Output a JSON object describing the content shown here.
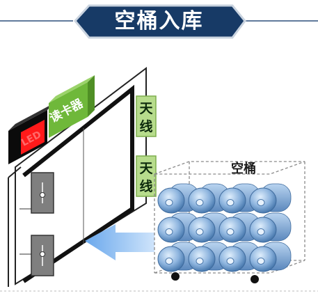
{
  "banner": {
    "title": "空桶入库"
  },
  "labels": {
    "led": "LED",
    "reader": "读卡器",
    "antenna_top": "天线",
    "antenna_bottom": "天线",
    "barrels": "空桶"
  },
  "colors": {
    "banner_fill": "#173a66",
    "led_red": "#ff1a1a",
    "reader_green": "#7cc242",
    "antenna_green": "#b7dc8c",
    "barrel_blue": "#7aa8d6",
    "arrow_blue": "#86b8ea"
  },
  "icons": {
    "direction": "left-arrow",
    "tag": "rfid-tag"
  }
}
